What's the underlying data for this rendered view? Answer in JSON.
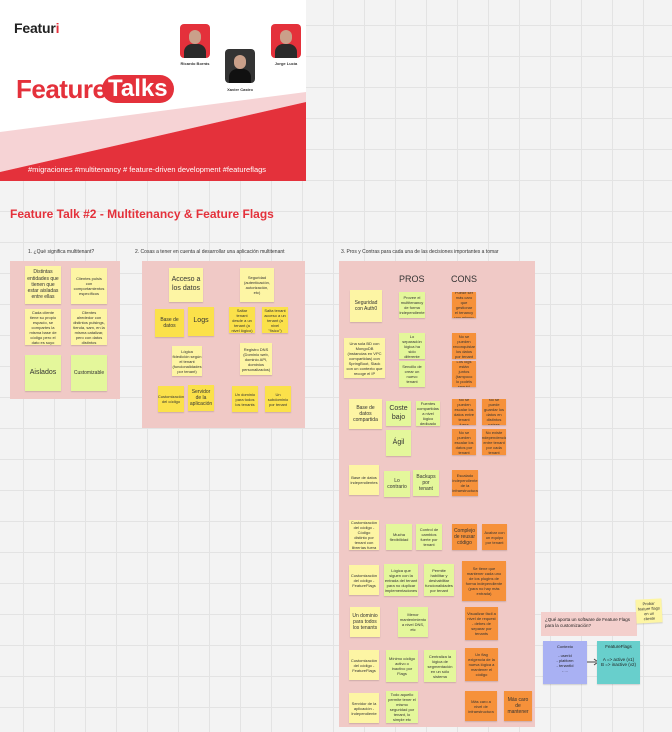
{
  "banner": {
    "logo": {
      "text": "Featur",
      "accent": "i"
    },
    "title_word": "Feature",
    "title_pill": "Talks",
    "speakers": [
      "Ricardo Borrás",
      "Xavier Castro",
      "Jorge Lucía"
    ],
    "hashtags": "#migraciones #multitenancy # feature-driven development #featureflags"
  },
  "section_title": "Feature Talk #2 - Multitenancy & Feature Flags",
  "columns": {
    "c1": "1. ¿Qué significa multitenant?",
    "c2": "2. Cosas a tener en cuenta al desarrollar una aplicación multitenant",
    "c3": "3. Pros y Contras para cada una de las decisiones importantes a tomar"
  },
  "board1": {
    "n1": "Distintas entidades que tienen que estar aisladas entre ellas",
    "n2": "Clientes pulsis con comportamientos específicos",
    "n3": "Cada cliente tiene su propio espacio, se compartes la misma base de código pero el dato es suyo",
    "n4": "Clientes alrededor con distintos pulsings, tienda, sam, en la misma catalizar, pero con datos distintos",
    "n5": "Aislados",
    "n6": "Customizable"
  },
  "board2": {
    "n1": "Acceso a los datos",
    "n2": "Seguridad (autenticación, autorización, etc)",
    "n3": "Base de datos",
    "n4": "Logs",
    "n5": "Saltar tenant desde a un tenant (a nivel lógico)",
    "n6": "Salta tenant acceso a un tenant (a nivel \"físico\")",
    "n7": "Lógica fidedición según el tenant (funcionalidades por tenant)",
    "n8": "Registro DNS (Dominio web, dominio API, dominios personalizados)",
    "n9": "Customización del código",
    "n10": "Servidor de la aplicación",
    "n11": "Un dominio para todos los tenants",
    "n12": "Un subdominio por tenant"
  },
  "pros_label": "PROS",
  "cons_label": "CONS",
  "board3": {
    "d1": "Seguridad con Auth0",
    "d1p": "Provee el multitenancy de forma independiente",
    "d1c": "Puede ser más caro que gestionar el tenancy uno mismo",
    "d2": "Una sola BD con MongoDB (instancias en VPC compartidas) con SpringBoot, Slack con un contexto que recoge el IP",
    "d2p1": "Lo separación lógica ha sido diferente",
    "d2p2": "Sencillo de crear un nuevo tenant",
    "d2c1": "No se pueden reconquistar los datos por tenant",
    "d2c2": "Los logs están juntos (tampoco lo podéis seguir)",
    "d3": "Base de datos compartida",
    "d3p1": "Coste bajo",
    "d3p2": "Fuentes compartidas a nivel lógico dedicado",
    "d3p3": "Ágil",
    "d3c1": "No se pueden escalar los datos entre tenant fuera",
    "d3c2": "No se puede guardar los datos en distintos países",
    "d3c3": "No se pueden escalar los datos por tenant",
    "d3c4": "No existe independencia entre tenant por cada tenant",
    "d4": "Base de datos independientes",
    "d4p1": "Lo contrario",
    "d4p2": "Backups por tenant",
    "d4c": "Escalado independiente de la infraestructura",
    "d5": "Customización del código - Código distinto por tenant con librerías fuera",
    "d5p1": "Mucha flexibilidad",
    "d5p2": "Control de cambios fuerte por tenant",
    "d5c1": "Complejo de reusar código",
    "d5c2": "Acabar con un equipo por tenant",
    "d6": "Customización del código - FeatureFlags",
    "d6p1": "Lógica que siguen con la entrada del tenant para no duplicar implementaciones",
    "d6p2": "Permite habilitar y deshabilitar funcionalidades por tenant",
    "d6c": "Se tiene que mantener cada uno de los plugins de forma independiente (para no hay más entrada)",
    "d7": "Un dominio para todos los tenants",
    "d7p": "Menor mantenimiento a nivel DNS, etc",
    "d7c": "Visualizar fácil a nivel de request - debes de separar por tenants",
    "d8": "Customización del código - FeatureFlags",
    "d8p1": "Mínimo código activo o inactivo por Flags",
    "d8p2": "Centraliza la lógica de segmentación en un sólo sistema",
    "d8c": "Un flag exigencia de la nueva lógica a mantener el código",
    "d9": "Servidor de la aplicación - Independiente",
    "d9p": "Todo aquello permite tener el mismo seguridad por tenant, lo simple etc",
    "d9c1": "Más caro a nivel de infraestructura",
    "d9c2": "Más caro de mantener"
  },
  "aside": {
    "question": "¿Qué aporta un software de Feature Flags para la customización?",
    "memo": "Probar feature flags en un cliente",
    "c1_title": "Contexto",
    "c1_lines": "- userId\n- platform\n- tenantId\n- ...",
    "c2_title": "FeatureFlags",
    "c2_lines": "A => active (v1)\nB => inactive (v2)"
  },
  "colors": {
    "accent": "#e4313b",
    "frame": "#f0c9c6",
    "yellow": "#fdf5a4",
    "green": "#e4f79b",
    "orange": "#f6913a",
    "blue": "#a9b1f3",
    "teal": "#68cfcc"
  }
}
